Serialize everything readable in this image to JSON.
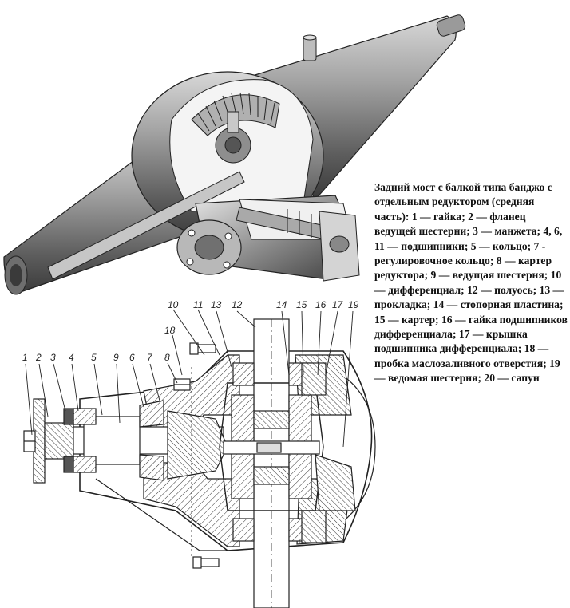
{
  "caption": "Задний мост с балкой типа банджо с отдельным редуктором (средняя часть): 1 — гайка; 2 — фланец ведущей шестерни; 3 — манжета; 4, 6, 11 — подшипники; 5 — кольцо; 7 - регулировочное кольцо; 8 — картер редуктора; 9 — ведущая шестерня; 10— дифференциал; 12 — полуось; 13 — прокладка; 14 — стопорная пластина; 15 — картер; 16 — гайка подшипников дифференциала; 17 — крышка подшипника дифференциала; 18 — пробка маслозаливного отверстия; 19 — ведомая шестерня; 20 — сапун",
  "callouts": [
    "1",
    "2",
    "3",
    "4",
    "5",
    "9",
    "6",
    "7",
    "8",
    "18",
    "10",
    "11",
    "13",
    "12",
    "14",
    "15",
    "16",
    "17",
    "19"
  ]
}
